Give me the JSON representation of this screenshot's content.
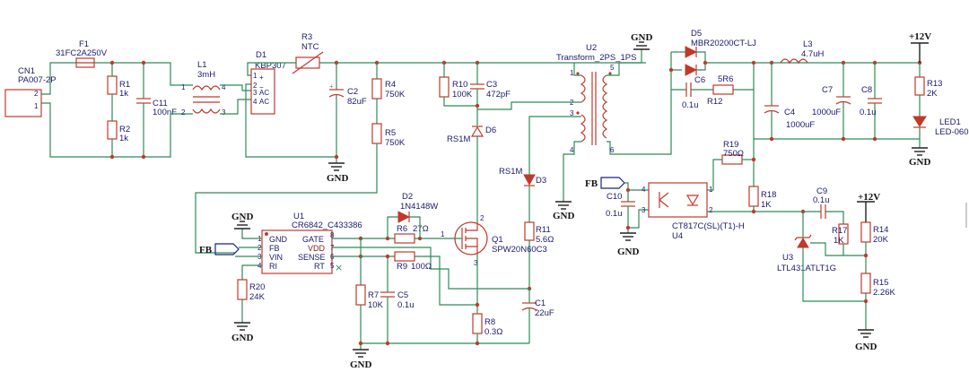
{
  "cn1": {
    "ref": "CN1",
    "part": "PA007-2P",
    "p2": "2",
    "p1": "1"
  },
  "f1": {
    "ref": "F1",
    "part": "31FC2A250V"
  },
  "r1": {
    "ref": "R1",
    "val": "1k"
  },
  "r2": {
    "ref": "R2",
    "val": "1k"
  },
  "c11": {
    "ref": "C11",
    "val": "100nF"
  },
  "l1": {
    "ref": "L1",
    "val": "3mH",
    "p1": "1",
    "p2": "2",
    "p3": "3",
    "p4": "4"
  },
  "d1": {
    "ref": "D1",
    "part": "KBP307",
    "p1": "1",
    "p2": "2",
    "p3": "3",
    "p4": "4",
    "plus": "+",
    "minus": "−",
    "ac1": "AC",
    "ac2": "AC"
  },
  "r3": {
    "ref": "R3",
    "val": "NTC"
  },
  "c2": {
    "ref": "C2",
    "val": "82uF"
  },
  "r4": {
    "ref": "R4",
    "val": "750K"
  },
  "r5": {
    "ref": "R5",
    "val": "750K"
  },
  "r10": {
    "ref": "R10",
    "val": "100K"
  },
  "c3": {
    "ref": "C3",
    "val": "472pF"
  },
  "d6": {
    "ref": "D6",
    "part": "RS1M"
  },
  "d3": {
    "ref": "D3",
    "part": "RS1M"
  },
  "u2": {
    "ref": "U2",
    "part": "Transform_2PS_1PS",
    "p1": "1",
    "p2": "2",
    "p3": "3",
    "p4": "4",
    "p5": "5",
    "p6": "6"
  },
  "d5": {
    "ref": "D5",
    "part": "MBR20200CT-LJ"
  },
  "c6": {
    "ref": "C6",
    "val": "0.1u"
  },
  "r12": {
    "ref": "R12",
    "val": "5R6"
  },
  "l3": {
    "ref": "L3",
    "val": "4.7uH"
  },
  "c4": {
    "ref": "C4",
    "val": "1000uF"
  },
  "c7": {
    "ref": "C7",
    "val": "1000uF"
  },
  "c8": {
    "ref": "C8",
    "val": "0.1u"
  },
  "r13": {
    "ref": "R13",
    "val": "2K"
  },
  "led1": {
    "ref": "LED1",
    "part": "LED-0603"
  },
  "vcc1": "+12V",
  "vcc2": "+12V",
  "gnd": "GND",
  "fb1": "FB",
  "fb2": "FB",
  "u1": {
    "ref": "U1",
    "part": "CR6842_C433386",
    "pins": [
      {
        "n": "1",
        "name": "GND"
      },
      {
        "n": "2",
        "name": "FB"
      },
      {
        "n": "3",
        "name": "VIN"
      },
      {
        "n": "4",
        "name": "RI"
      },
      {
        "n": "8",
        "name": "GATE"
      },
      {
        "n": "7",
        "name": "VDD"
      },
      {
        "n": "6",
        "name": "SENSE"
      },
      {
        "n": "5",
        "name": "RT"
      }
    ]
  },
  "d2": {
    "ref": "D2",
    "part": "1N4148W"
  },
  "r6": {
    "ref": "R6",
    "val": "27Ω"
  },
  "r9": {
    "ref": "R9",
    "val": "100Ω"
  },
  "q1": {
    "ref": "Q1",
    "part": "SPW20N60C3",
    "p1": "1",
    "p2": "2",
    "p3": "3"
  },
  "r20": {
    "ref": "R20",
    "val": "24K"
  },
  "r7": {
    "ref": "R7",
    "val": "10K"
  },
  "c5": {
    "ref": "C5",
    "val": "0.1u"
  },
  "r8": {
    "ref": "R8",
    "val": "0.3Ω"
  },
  "r11": {
    "ref": "R11",
    "val": "5.6Ω"
  },
  "c1": {
    "ref": "C1",
    "val": "22uF"
  },
  "c10": {
    "ref": "C10",
    "val": "0.1u"
  },
  "u4": {
    "ref": "U4",
    "part": "CT817C(SL)(T1)-H",
    "p1": "1",
    "p2": "2",
    "p3": "3",
    "p4": "4"
  },
  "r19": {
    "ref": "R19",
    "val": "750Ω"
  },
  "r18": {
    "ref": "R18",
    "val": "1K"
  },
  "c9": {
    "ref": "C9",
    "val": "0.1u"
  },
  "r17": {
    "ref": "R17",
    "val": "1K"
  },
  "r14": {
    "ref": "R14",
    "val": "20K"
  },
  "r15": {
    "ref": "R15",
    "val": "2.26K"
  },
  "u3": {
    "ref": "U3",
    "part": "LTL431ATLT1G"
  }
}
